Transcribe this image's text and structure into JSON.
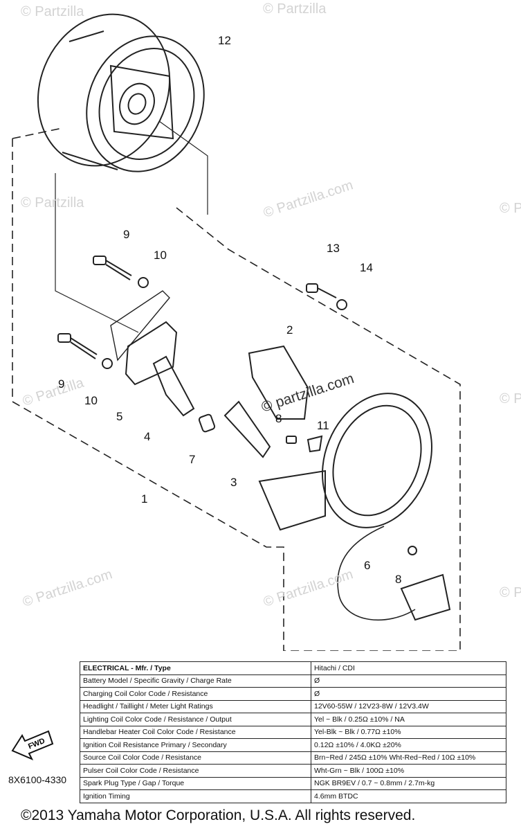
{
  "watermark": {
    "short": "© Partzilla",
    "long": "© Partzilla.com",
    "center": "© partzilla.com"
  },
  "callouts": [
    "12",
    "9",
    "10",
    "13",
    "14",
    "2",
    "9",
    "10",
    "5",
    "4",
    "7",
    "8",
    "11",
    "3",
    "1",
    "6",
    "8"
  ],
  "fwd_label": "FWD",
  "part_number": "8X6100-4330",
  "copyright": "©2013  Yamaha Motor Corporation, U.S.A. All rights reserved.",
  "spec_table": [
    {
      "key": "ELECTRICAL - Mfr. / Type",
      "value": "Hitachi / CDI"
    },
    {
      "key": "Battery Model / Specific Gravity / Charge Rate",
      "value": "Ø"
    },
    {
      "key": "Charging Coil Color Code / Resistance",
      "value": "Ø"
    },
    {
      "key": "Headlight / Taillight / Meter Light Ratings",
      "value": "12V60-55W / 12V23-8W / 12V3.4W"
    },
    {
      "key": "Lighting Coil Color Code / Resistance / Output",
      "value": "Yel ~ Blk / 0.25Ω ±10% / NA"
    },
    {
      "key": "Handlebar Heater Coil Color Code / Resistance",
      "value": "Yel-Blk ~ Blk / 0.77Ω ±10%"
    },
    {
      "key": "Ignition Coil Resistance Primary / Secondary",
      "value": "0.12Ω ±10% / 4.0KΩ ±20%"
    },
    {
      "key": "Source Coil Color Code / Resistance",
      "value": "Brn~Red / 245Ω ±10%  Wht-Red~Red / 10Ω ±10%"
    },
    {
      "key": "Pulser Coil Color Code / Resistance",
      "value": "Wht-Grn ~ Blk / 100Ω ±10%"
    },
    {
      "key": "Spark Plug Type / Gap / Torque",
      "value": "NGK BR9EV / 0.7 ~ 0.8mm / 2.7m-kg"
    },
    {
      "key": "Ignition Timing",
      "value": "4.6mm BTDC"
    }
  ]
}
